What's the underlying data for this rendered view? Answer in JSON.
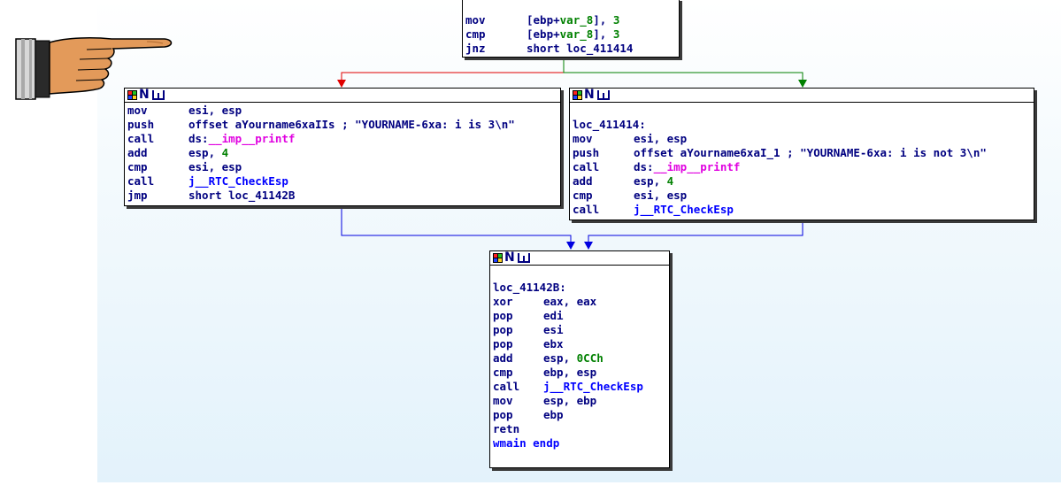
{
  "header_block": {
    "lines": [
      {
        "mnemonic": "mov",
        "parts": [
          {
            "t": "[ebp+",
            "c": "ops"
          },
          {
            "t": "var_8",
            "c": "num"
          },
          {
            "t": "], ",
            "c": "ops"
          },
          {
            "t": "3",
            "c": "num"
          }
        ]
      },
      {
        "mnemonic": "cmp",
        "parts": [
          {
            "t": "[ebp+",
            "c": "ops"
          },
          {
            "t": "var_8",
            "c": "num"
          },
          {
            "t": "], ",
            "c": "ops"
          },
          {
            "t": "3",
            "c": "num"
          }
        ]
      },
      {
        "mnemonic": "jnz",
        "parts": [
          {
            "t": "short loc_411414",
            "c": "ops"
          }
        ]
      }
    ]
  },
  "left_block": {
    "lines": [
      {
        "mnemonic": "mov",
        "parts": [
          {
            "t": "esi, esp",
            "c": "ops"
          }
        ]
      },
      {
        "mnemonic": "push",
        "parts": [
          {
            "t": "offset aYourname6xaIIs ; ",
            "c": "ops"
          },
          {
            "t": "\"YOURNAME-6xa: i is 3\\n\"",
            "c": "cmt"
          }
        ]
      },
      {
        "mnemonic": "call",
        "parts": [
          {
            "t": "ds:",
            "c": "ops"
          },
          {
            "t": "__imp__printf",
            "c": "fn"
          }
        ]
      },
      {
        "mnemonic": "add",
        "parts": [
          {
            "t": "esp, ",
            "c": "ops"
          },
          {
            "t": "4",
            "c": "num"
          }
        ]
      },
      {
        "mnemonic": "cmp",
        "parts": [
          {
            "t": "esi, esp",
            "c": "ops"
          }
        ]
      },
      {
        "mnemonic": "call",
        "parts": [
          {
            "t": "j__RTC_CheckEsp",
            "c": "lbl"
          }
        ]
      },
      {
        "mnemonic": "jmp",
        "parts": [
          {
            "t": "short loc_41142B",
            "c": "ops"
          }
        ]
      }
    ]
  },
  "right_block": {
    "label": "loc_411414:",
    "lines": [
      {
        "mnemonic": "mov",
        "parts": [
          {
            "t": "esi, esp",
            "c": "ops"
          }
        ]
      },
      {
        "mnemonic": "push",
        "parts": [
          {
            "t": "offset aYourname6xaI_1 ; ",
            "c": "ops"
          },
          {
            "t": "\"YOURNAME-6xa: i is not 3\\n\"",
            "c": "cmt"
          }
        ]
      },
      {
        "mnemonic": "call",
        "parts": [
          {
            "t": "ds:",
            "c": "ops"
          },
          {
            "t": "__imp__printf",
            "c": "fn"
          }
        ]
      },
      {
        "mnemonic": "add",
        "parts": [
          {
            "t": "esp, ",
            "c": "ops"
          },
          {
            "t": "4",
            "c": "num"
          }
        ]
      },
      {
        "mnemonic": "cmp",
        "parts": [
          {
            "t": "esi, esp",
            "c": "ops"
          }
        ]
      },
      {
        "mnemonic": "call",
        "parts": [
          {
            "t": "j__RTC_CheckEsp",
            "c": "lbl"
          }
        ]
      }
    ]
  },
  "bottom_block": {
    "label": "loc_41142B:",
    "lines": [
      {
        "mnemonic": "xor",
        "parts": [
          {
            "t": "eax, eax",
            "c": "ops"
          }
        ]
      },
      {
        "mnemonic": "pop",
        "parts": [
          {
            "t": "edi",
            "c": "ops"
          }
        ]
      },
      {
        "mnemonic": "pop",
        "parts": [
          {
            "t": "esi",
            "c": "ops"
          }
        ]
      },
      {
        "mnemonic": "pop",
        "parts": [
          {
            "t": "ebx",
            "c": "ops"
          }
        ]
      },
      {
        "mnemonic": "add",
        "parts": [
          {
            "t": "esp, ",
            "c": "ops"
          },
          {
            "t": "0CCh",
            "c": "num"
          }
        ]
      },
      {
        "mnemonic": "cmp",
        "parts": [
          {
            "t": "ebp, esp",
            "c": "ops"
          }
        ]
      },
      {
        "mnemonic": "call",
        "parts": [
          {
            "t": "j__RTC_CheckEsp",
            "c": "lbl"
          }
        ]
      },
      {
        "mnemonic": "mov",
        "parts": [
          {
            "t": "esp, ebp",
            "c": "ops"
          }
        ]
      },
      {
        "mnemonic": "pop",
        "parts": [
          {
            "t": "ebp",
            "c": "ops"
          }
        ]
      },
      {
        "mnemonic": "retn",
        "parts": []
      }
    ],
    "footer": "wmain endp"
  },
  "header_icons": {
    "grid": "color-grid-icon",
    "n": "N",
    "graph": "graph-view-icon"
  },
  "edge_colors": {
    "false_branch": "#e00000",
    "true_branch": "#008000",
    "unconditional": "#0000e0"
  },
  "pointer_icon": "pointing-hand-icon"
}
